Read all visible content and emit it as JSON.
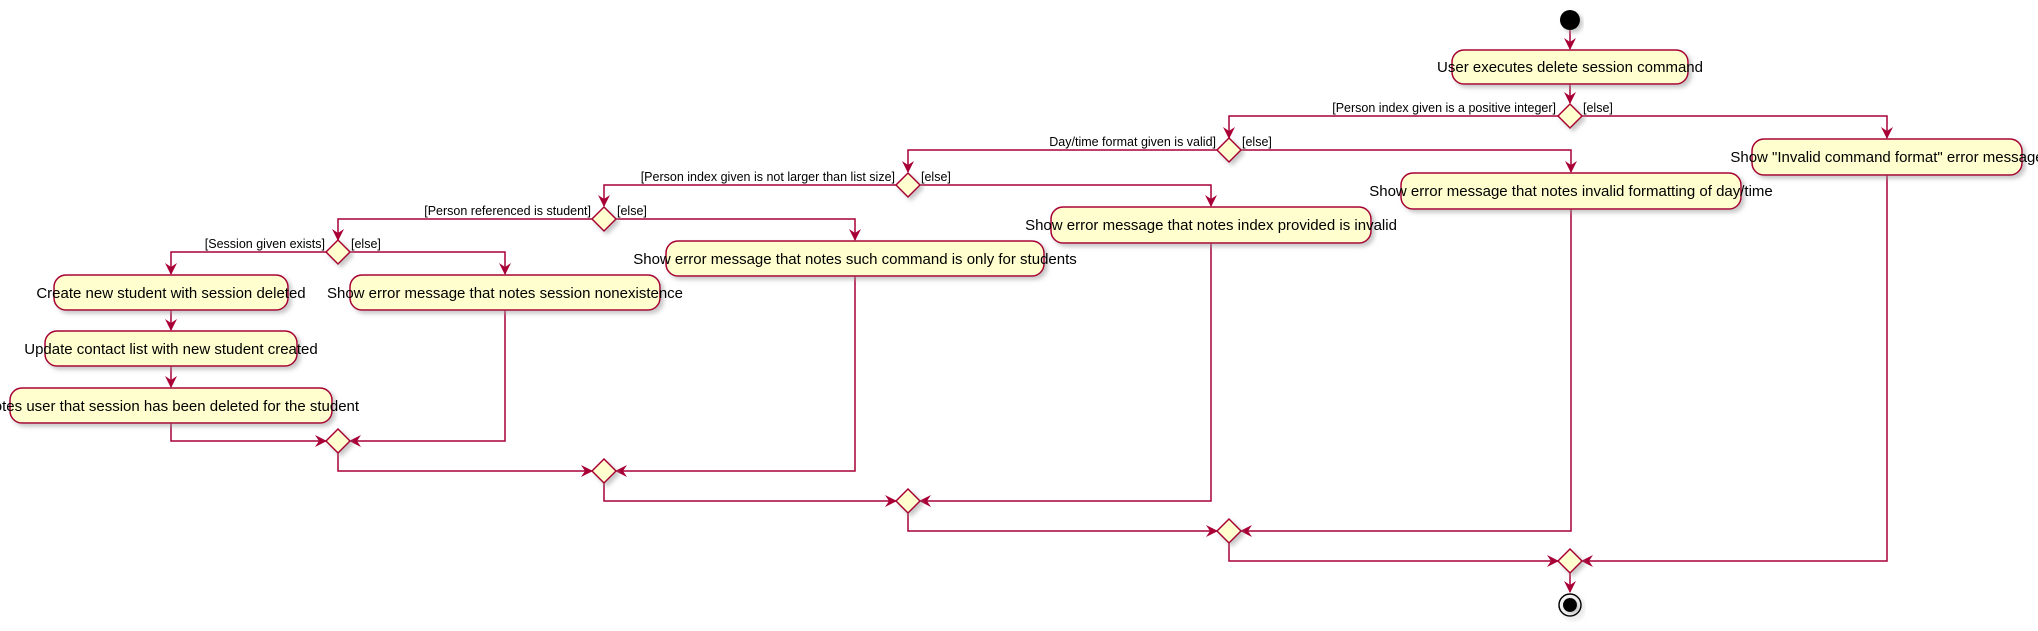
{
  "colors": {
    "line": "#A80036",
    "node_fill": "#FEFECE",
    "node_stroke": "#A80036",
    "start_end": "#000000",
    "shadow": "#c8c8c8"
  },
  "actions": {
    "execute": "User executes delete session command",
    "invalid_format": "Show \"Invalid command format\" error message",
    "invalid_daytime": "Show error message that notes invalid formatting of day/time",
    "invalid_index": "Show error message that notes index provided is invalid",
    "only_students": "Show error message that notes such command is only for students",
    "no_session": "Show error message that notes session nonexistence",
    "create_student": "Create new student with session deleted",
    "update_list": "Update contact list with new student created",
    "notify_user": "Notes user that session has been deleted for the student"
  },
  "guards": {
    "positive_int": "[Person index given is a positive integer]",
    "positive_int_else": "[else]",
    "daytime_valid": "Day/time format given is valid]",
    "daytime_else": "[else]",
    "index_size": "[Person index given is not larger than list size]",
    "index_else": "[else]",
    "is_student": "[Person referenced is student]",
    "student_else": "[else]",
    "session_exists": "[Session given exists]",
    "session_else": "[else]"
  }
}
